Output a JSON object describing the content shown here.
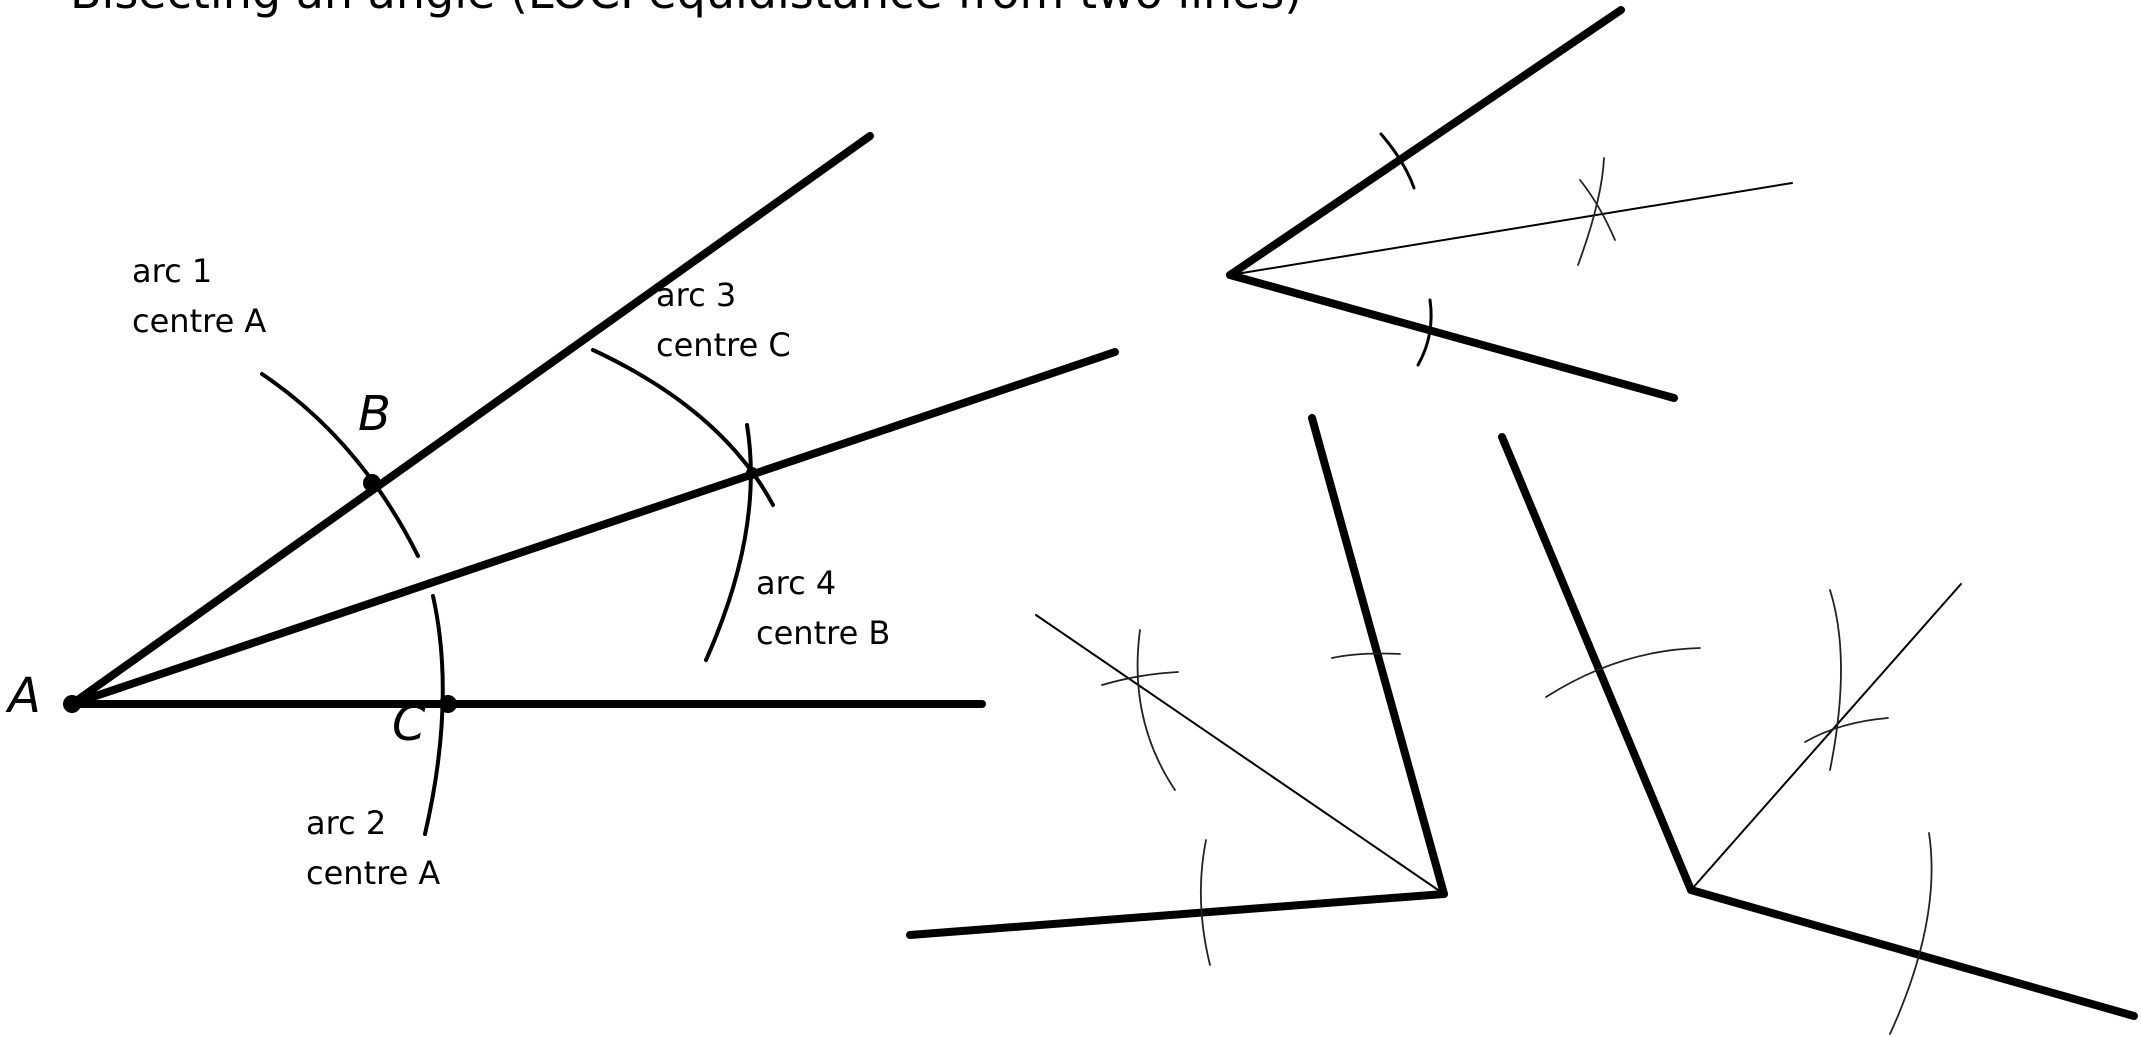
{
  "title": "Bisecting an angle (LOCI equidistance from two lines)",
  "points": {
    "a": "A",
    "b": "B",
    "c": "C"
  },
  "arc_labels": [
    {
      "line1": "arc 1",
      "line2": "centre A"
    },
    {
      "line1": "arc 2",
      "line2": "centre A"
    },
    {
      "line1": "arc 3",
      "line2": "centre C"
    },
    {
      "line1": "arc 4",
      "line2": "centre B"
    }
  ]
}
